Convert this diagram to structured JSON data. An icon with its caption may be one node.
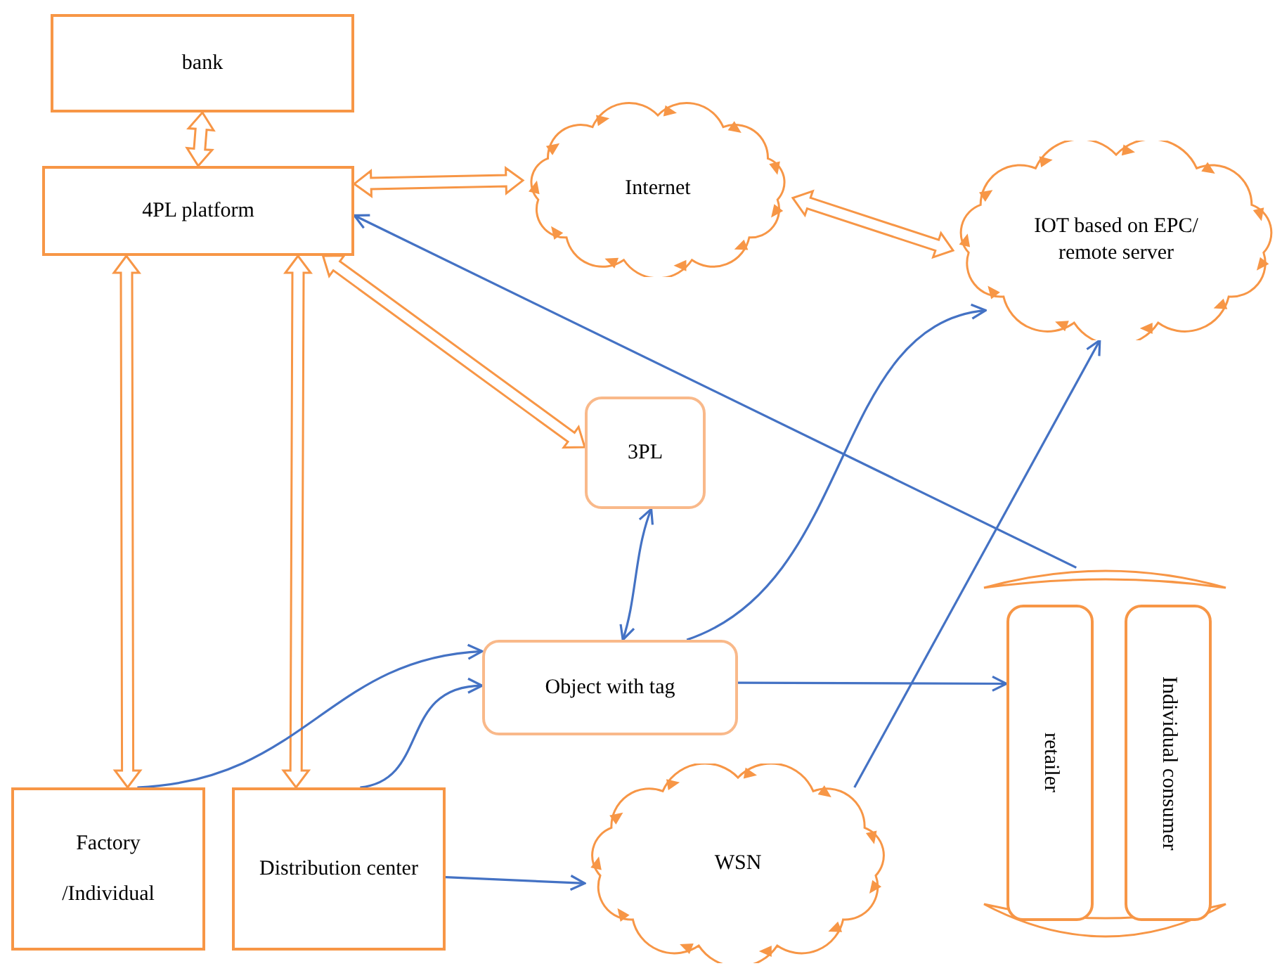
{
  "diagram": {
    "nodes": [
      {
        "text": [
          "bank"
        ]
      },
      {
        "text": [
          "4PL platform"
        ]
      },
      {
        "text": [
          "Internet"
        ]
      },
      {
        "text": [
          "IOT based on EPC/ remote server"
        ]
      },
      {
        "text": [
          "3PL"
        ]
      },
      {
        "text": [
          "Object with tag"
        ]
      },
      {
        "text": [],
        "shape": "box"
      },
      {
        "text": [
          "retailer"
        ],
        "in": 6
      },
      {
        "text": [
          "Individual consumer"
        ],
        "in": 6
      },
      {
        "text": [
          "Factory /Individual"
        ]
      },
      {
        "text": [
          "Distribution center"
        ]
      },
      {
        "text": [
          "WSN"
        ]
      }
    ],
    "edges": [
      {
        "from": 0,
        "to": 1,
        "arrow": "both",
        "style": "thick",
        "color": "#f79646"
      },
      {
        "from": 1,
        "to": 2,
        "arrow": "both",
        "style": "thick",
        "color": "#f79646"
      },
      {
        "from": 2,
        "to": 3,
        "arrow": "both",
        "style": "thick",
        "color": "#f79646"
      },
      {
        "from": 1,
        "to": 4,
        "arrow": "both",
        "style": "thick",
        "color": "#f79646"
      },
      {
        "from": 1,
        "to": 9,
        "arrow": "both",
        "style": "thick",
        "color": "#f79646"
      },
      {
        "from": 1,
        "to": 10,
        "arrow": "both",
        "style": "thick",
        "color": "#f79646"
      },
      {
        "from": 4,
        "to": 5,
        "arrow": "both"
      },
      {
        "from": 9,
        "to": 5,
        "arrow": "to"
      },
      {
        "from": 10,
        "to": 5,
        "arrow": "to"
      },
      {
        "from": 5,
        "to": 3,
        "arrow": "to"
      },
      {
        "from": 5,
        "to": 7,
        "arrow": "to"
      },
      {
        "from": 10,
        "to": 11,
        "arrow": "to"
      },
      {
        "from": 11,
        "to": 3,
        "arrow": "to"
      },
      {
        "from": 6,
        "to": 1,
        "arrow": "to"
      }
    ]
  }
}
